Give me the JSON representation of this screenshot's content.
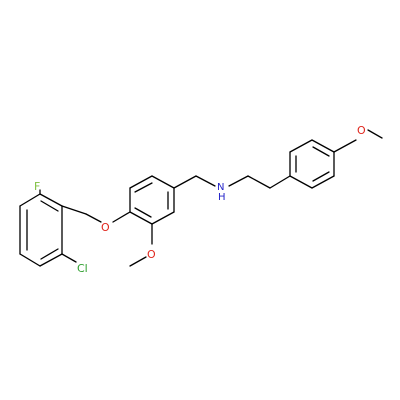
{
  "molecule": {
    "atoms": [
      {
        "id": "F",
        "label": "F",
        "color": "#7fbf3f"
      },
      {
        "id": "Cl",
        "label": "Cl",
        "color": "#2e9e2e"
      },
      {
        "id": "O1",
        "label": "O",
        "color": "#e0261d"
      },
      {
        "id": "O2",
        "label": "O",
        "color": "#e0261d"
      },
      {
        "id": "O3",
        "label": "O",
        "color": "#e0261d"
      },
      {
        "id": "N",
        "label": "N",
        "color": "#2323c8"
      },
      {
        "id": "H",
        "label": "H",
        "color": "#2323c8"
      }
    ]
  }
}
